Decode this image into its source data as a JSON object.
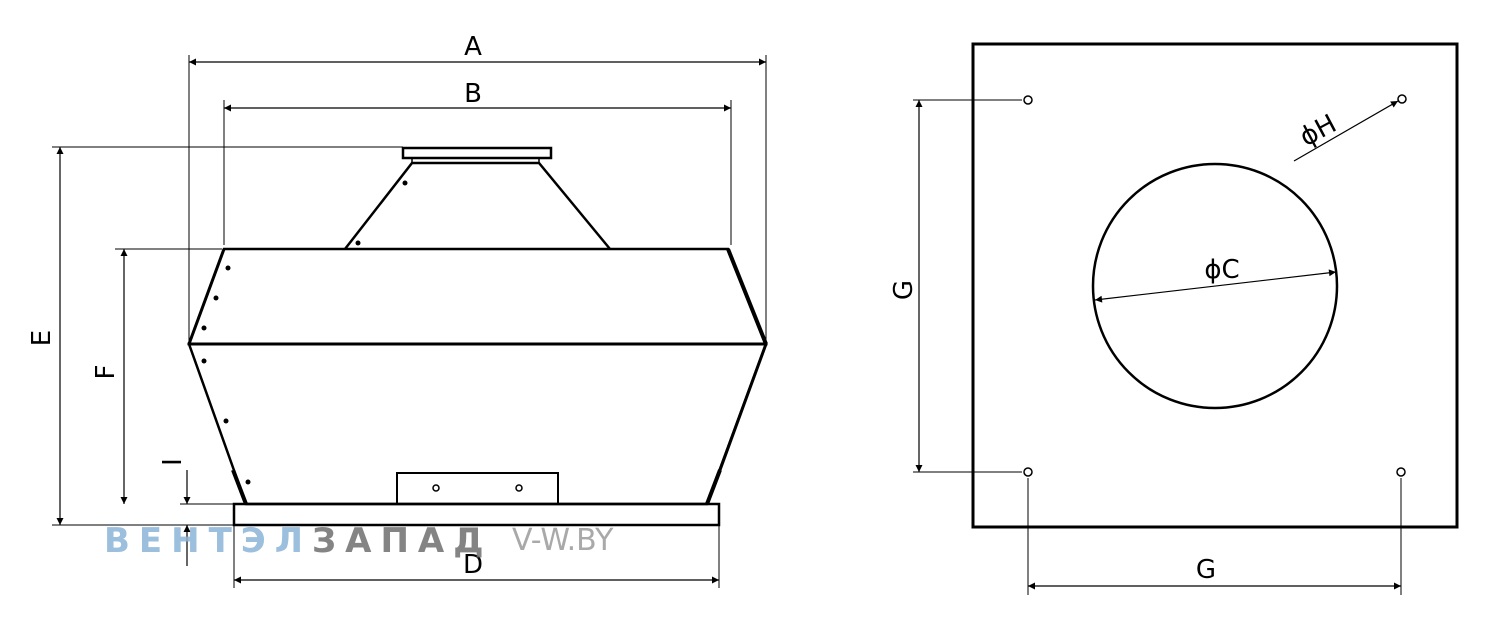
{
  "side_view": {
    "labels": {
      "A": "A",
      "B": "B",
      "D": "D",
      "E": "E",
      "F": "F",
      "I": "I"
    }
  },
  "top_view": {
    "labels": {
      "G_vertical": "G",
      "G_horizontal": "G",
      "C": "ϕC",
      "H": "ϕH"
    }
  },
  "watermark": {
    "part1": "ВЕНТЭЛ",
    "part2": "ЗАПАД",
    "site": "V-W.BY",
    "colors": {
      "light": "#8ab4d6",
      "dark": "#6f6f6f",
      "site": "#a9a9a9"
    }
  },
  "colors": {
    "line": "#000000",
    "background": "#ffffff"
  }
}
